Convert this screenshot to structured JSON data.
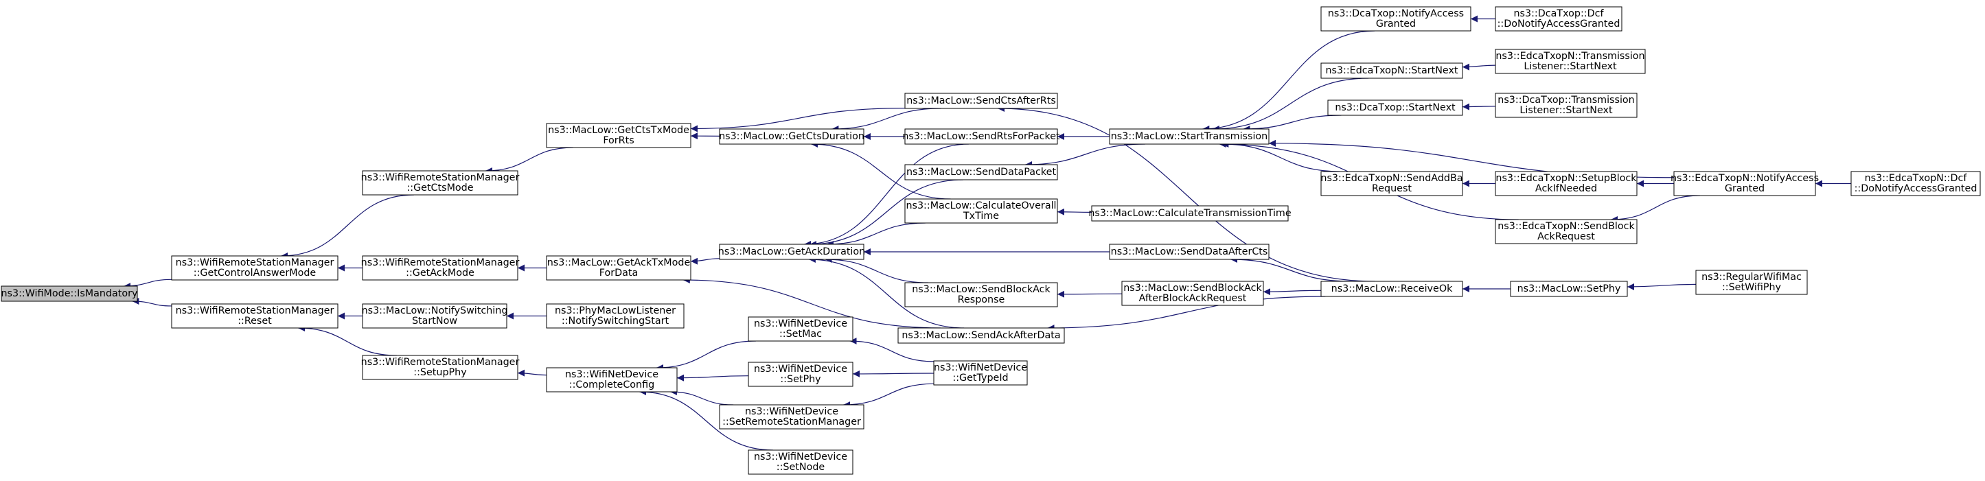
{
  "graph": {
    "colors": {
      "node_fill": "#ffffff",
      "node_stroke": "#000000",
      "root_fill": "#bfbfbf",
      "edge": "#191970"
    },
    "nodes": [
      {
        "id": "n0",
        "lines": [
          "ns3::WifiMode::IsMandatory"
        ],
        "root": true
      },
      {
        "id": "n1",
        "lines": [
          "ns3::WifiRemoteStationManager",
          "::GetControlAnswerMode"
        ]
      },
      {
        "id": "n2",
        "lines": [
          "ns3::WifiRemoteStationManager",
          "::Reset"
        ]
      },
      {
        "id": "n3",
        "lines": [
          "ns3::WifiRemoteStationManager",
          "::GetCtsMode"
        ]
      },
      {
        "id": "n4",
        "lines": [
          "ns3::WifiRemoteStationManager",
          "::GetAckMode"
        ]
      },
      {
        "id": "n5",
        "lines": [
          "ns3::MacLow::NotifySwitching",
          "StartNow"
        ]
      },
      {
        "id": "n6",
        "lines": [
          "ns3::WifiRemoteStationManager",
          "::SetupPhy"
        ]
      },
      {
        "id": "n7",
        "lines": [
          "ns3::MacLow::GetCtsTxMode",
          "ForRts"
        ]
      },
      {
        "id": "n8",
        "lines": [
          "ns3::MacLow::GetAckTxMode",
          "ForData"
        ]
      },
      {
        "id": "n9",
        "lines": [
          "ns3::PhyMacLowListener",
          "::NotifySwitchingStart"
        ]
      },
      {
        "id": "n10",
        "lines": [
          "ns3::WifiNetDevice",
          "::CompleteConfig"
        ]
      },
      {
        "id": "n11",
        "lines": [
          "ns3::MacLow::GetCtsDuration"
        ]
      },
      {
        "id": "n12",
        "lines": [
          "ns3::MacLow::GetAckDuration"
        ]
      },
      {
        "id": "n13",
        "lines": [
          "ns3::WifiNetDevice",
          "::SetMac"
        ]
      },
      {
        "id": "n14",
        "lines": [
          "ns3::WifiNetDevice",
          "::SetPhy"
        ]
      },
      {
        "id": "n15",
        "lines": [
          "ns3::WifiNetDevice",
          "::SetRemoteStationManager"
        ]
      },
      {
        "id": "n16",
        "lines": [
          "ns3::WifiNetDevice",
          "::SetNode"
        ]
      },
      {
        "id": "n17",
        "lines": [
          "ns3::MacLow::SendCtsAfterRts"
        ]
      },
      {
        "id": "n18",
        "lines": [
          "ns3::MacLow::SendRtsForPacket"
        ]
      },
      {
        "id": "n19",
        "lines": [
          "ns3::MacLow::SendDataPacket"
        ]
      },
      {
        "id": "n20",
        "lines": [
          "ns3::MacLow::CalculateOverall",
          "TxTime"
        ]
      },
      {
        "id": "n21",
        "lines": [
          "ns3::MacLow::SendBlockAck",
          "Response"
        ]
      },
      {
        "id": "n22",
        "lines": [
          "ns3::MacLow::SendAckAfterData"
        ]
      },
      {
        "id": "n23",
        "lines": [
          "ns3::WifiNetDevice",
          "::GetTypeId"
        ]
      },
      {
        "id": "n24",
        "lines": [
          "ns3::MacLow::StartTransmission"
        ]
      },
      {
        "id": "n25",
        "lines": [
          "ns3::MacLow::CalculateTransmissionTime"
        ]
      },
      {
        "id": "n26",
        "lines": [
          "ns3::MacLow::SendDataAfterCts"
        ]
      },
      {
        "id": "n27",
        "lines": [
          "ns3::MacLow::SendBlockAck",
          "AfterBlockAckRequest"
        ]
      },
      {
        "id": "n28",
        "lines": [
          "ns3::DcaTxop::NotifyAccess",
          "Granted"
        ]
      },
      {
        "id": "n29",
        "lines": [
          "ns3::EdcaTxopN::StartNext"
        ]
      },
      {
        "id": "n30",
        "lines": [
          "ns3::DcaTxop::StartNext"
        ]
      },
      {
        "id": "n31",
        "lines": [
          "ns3::EdcaTxopN::SendAddBa",
          "Request"
        ]
      },
      {
        "id": "n32",
        "lines": [
          "ns3::MacLow::ReceiveOk"
        ]
      },
      {
        "id": "n33",
        "lines": [
          "ns3::DcaTxop::Dcf",
          "::DoNotifyAccessGranted"
        ]
      },
      {
        "id": "n34",
        "lines": [
          "ns3::EdcaTxopN::Transmission",
          "Listener::StartNext"
        ]
      },
      {
        "id": "n35",
        "lines": [
          "ns3::DcaTxop::Transmission",
          "Listener::StartNext"
        ]
      },
      {
        "id": "n36",
        "lines": [
          "ns3::EdcaTxopN::SetupBlock",
          "AckIfNeeded"
        ]
      },
      {
        "id": "n37",
        "lines": [
          "ns3::EdcaTxopN::SendBlock",
          "AckRequest"
        ]
      },
      {
        "id": "n38",
        "lines": [
          "ns3::MacLow::SetPhy"
        ]
      },
      {
        "id": "n39",
        "lines": [
          "ns3::EdcaTxopN::NotifyAccess",
          "Granted"
        ]
      },
      {
        "id": "n40",
        "lines": [
          "ns3::RegularWifiMac",
          "::SetWifiPhy"
        ]
      },
      {
        "id": "n41",
        "lines": [
          "ns3::EdcaTxopN::Dcf",
          "::DoNotifyAccessGranted"
        ]
      }
    ],
    "edges": [
      {
        "from": "n1",
        "to": "n0"
      },
      {
        "from": "n2",
        "to": "n0"
      },
      {
        "from": "n3",
        "to": "n1"
      },
      {
        "from": "n4",
        "to": "n1"
      },
      {
        "from": "n5",
        "to": "n2"
      },
      {
        "from": "n6",
        "to": "n2"
      },
      {
        "from": "n7",
        "to": "n3"
      },
      {
        "from": "n8",
        "to": "n4"
      },
      {
        "from": "n9",
        "to": "n5"
      },
      {
        "from": "n10",
        "to": "n6"
      },
      {
        "from": "n11",
        "to": "n7"
      },
      {
        "from": "n17",
        "to": "n7"
      },
      {
        "from": "n12",
        "to": "n8"
      },
      {
        "from": "n22",
        "to": "n8"
      },
      {
        "from": "n13",
        "to": "n10"
      },
      {
        "from": "n14",
        "to": "n10"
      },
      {
        "from": "n15",
        "to": "n10"
      },
      {
        "from": "n16",
        "to": "n10"
      },
      {
        "from": "n17",
        "to": "n11"
      },
      {
        "from": "n18",
        "to": "n11"
      },
      {
        "from": "n20",
        "to": "n11"
      },
      {
        "from": "n18",
        "to": "n12"
      },
      {
        "from": "n19",
        "to": "n12"
      },
      {
        "from": "n20",
        "to": "n12"
      },
      {
        "from": "n26",
        "to": "n12"
      },
      {
        "from": "n21",
        "to": "n12"
      },
      {
        "from": "n22",
        "to": "n12"
      },
      {
        "from": "n23",
        "to": "n13"
      },
      {
        "from": "n23",
        "to": "n14"
      },
      {
        "from": "n23",
        "to": "n15"
      },
      {
        "from": "n24",
        "to": "n18"
      },
      {
        "from": "n24",
        "to": "n19"
      },
      {
        "from": "n25",
        "to": "n20"
      },
      {
        "from": "n27",
        "to": "n21"
      },
      {
        "from": "n32",
        "to": "n22"
      },
      {
        "from": "n32",
        "to": "n17"
      },
      {
        "from": "n32",
        "to": "n26"
      },
      {
        "from": "n32",
        "to": "n27"
      },
      {
        "from": "n28",
        "to": "n24"
      },
      {
        "from": "n29",
        "to": "n24"
      },
      {
        "from": "n30",
        "to": "n24"
      },
      {
        "from": "n31",
        "to": "n24"
      },
      {
        "from": "n37",
        "to": "n24"
      },
      {
        "from": "n39",
        "to": "n24"
      },
      {
        "from": "n33",
        "to": "n28"
      },
      {
        "from": "n34",
        "to": "n29"
      },
      {
        "from": "n35",
        "to": "n30"
      },
      {
        "from": "n36",
        "to": "n31"
      },
      {
        "from": "n39",
        "to": "n36"
      },
      {
        "from": "n39",
        "to": "n37"
      },
      {
        "from": "n41",
        "to": "n39"
      },
      {
        "from": "n38",
        "to": "n32"
      },
      {
        "from": "n40",
        "to": "n38"
      }
    ]
  }
}
